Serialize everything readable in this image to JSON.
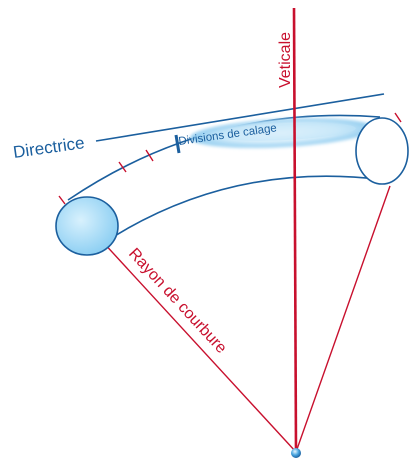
{
  "labels": {
    "directrice": "Directrice",
    "divisions": "Divisions de calage",
    "verticale": "Veticale",
    "rayon": "Rayon de courbure"
  },
  "colors": {
    "blue": "#1b5f9e",
    "red": "#c8102e",
    "bulle": "#9fd3f2",
    "tube_end": "#bfe6fb"
  }
}
